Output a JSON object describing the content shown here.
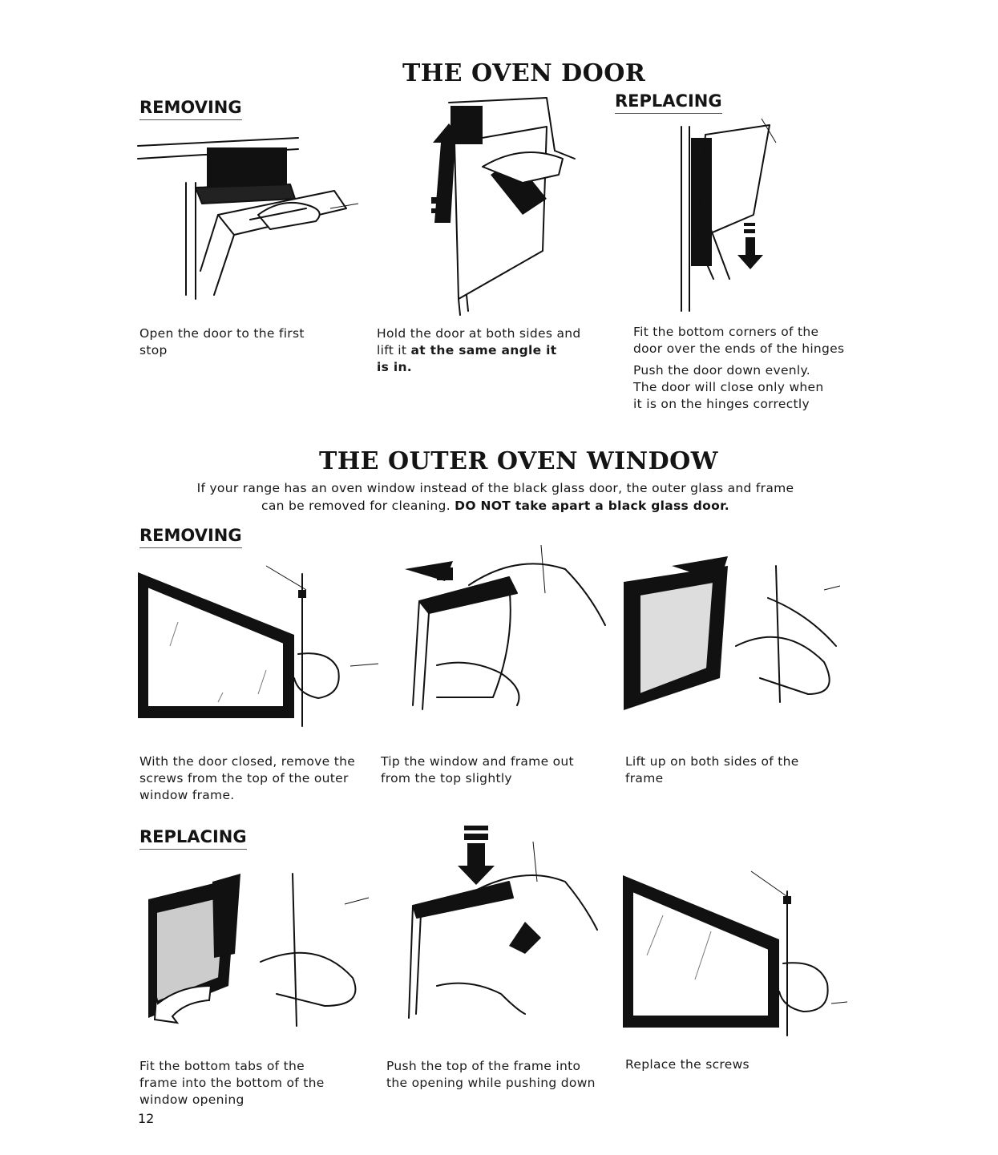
{
  "section1": {
    "title": "THE OVEN DOOR",
    "removing_label": "REMOVING",
    "replacing_label": "REPLACING",
    "captions": {
      "step1": "Open the door to the first stop",
      "step2_plain": "Hold the door at both sides and lift it ",
      "step2_bold1": "at the same angle it",
      "step2_bold2": "is in.",
      "step3_a": "Fit the bottom corners of the door over the ends of the hinges",
      "step3_b": "Push the door down evenly. The door will close only when it is on the hinges correctly"
    }
  },
  "section2": {
    "title": "THE OUTER OVEN WINDOW",
    "intro_plain": "If your range has an oven window instead of the black glass door, the outer glass and frame can be removed for cleaning. ",
    "intro_bold": "DO NOT take apart a black glass door.",
    "removing_label": "REMOVING",
    "replacing_label": "REPLACING",
    "removing_captions": [
      "With the door closed, remove the screws from the top of the outer window frame.",
      "Tip the window and frame out from the top slightly",
      "Lift up on both sides of the frame"
    ],
    "replacing_captions": [
      "Fit the bottom tabs of the frame into the bottom of the window opening",
      "Push the top of the frame into the opening while pushing down",
      "Replace the screws"
    ]
  },
  "page_number": "12"
}
